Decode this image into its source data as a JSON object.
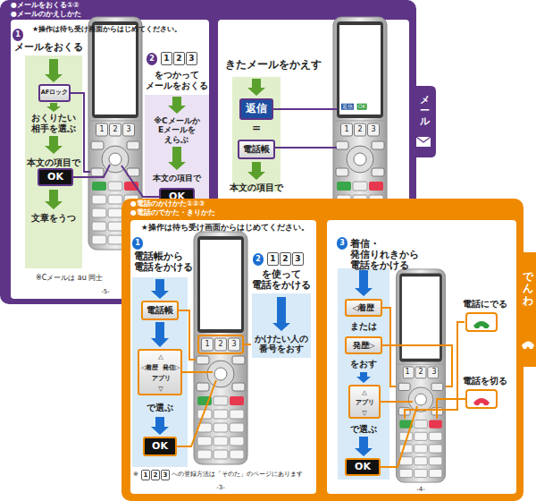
{
  "diagram": {
    "nodes": [
      {
        "text": [
          "●メールをおくる①②",
          "●メールのかえしかた"
        ]
      },
      {
        "text": [
          "1"
        ],
        "in": 0
      },
      {
        "text": [
          "AFロック"
        ],
        "in": 0
      },
      {
        "text": [
          "OK"
        ],
        "in": 0
      },
      {
        "text": [
          "2"
        ],
        "in": 0
      },
      {
        "text": [
          "OK"
        ],
        "in": 0
      },
      {
        "text": [
          "返信"
        ],
        "in": 0
      },
      {
        "text": [
          "電話帳"
        ],
        "in": 0
      },
      {
        "text": [
          "メール"
        ],
        "in": 0
      },
      {
        "text": [
          "●電話のかけかた①②③",
          "●電話のでかた・きりかた"
        ]
      },
      {
        "text": [
          "1"
        ],
        "in": 9
      },
      {
        "text": [
          "電話帳"
        ],
        "in": 9
      },
      {
        "text": [
          "△",
          "◁着歴",
          "発信▷",
          "アプリ",
          "▽"
        ],
        "in": 9
      },
      {
        "text": [
          "OK"
        ],
        "in": 9
      },
      {
        "text": [
          "2"
        ],
        "in": 9
      },
      {
        "text": [
          "3"
        ],
        "in": 9
      },
      {
        "text": [
          "◁着歴"
        ],
        "in": 9
      },
      {
        "text": [
          "発歴▷"
        ],
        "in": 9
      },
      {
        "text": [
          "△",
          "アプリ",
          "▽"
        ],
        "in": 9
      },
      {
        "text": [
          "OK"
        ],
        "in": 9
      },
      {
        "text": [
          "でんわ"
        ],
        "in": 9
      },
      {
        "text": [
          "1"
        ],
        "in": 0
      },
      {
        "text": [
          "2"
        ],
        "in": 0
      },
      {
        "text": [
          "3"
        ],
        "in": 0
      },
      {
        "text": [
          "1"
        ],
        "in": 9
      },
      {
        "text": [
          "2"
        ],
        "in": 9
      },
      {
        "text": [
          "3"
        ],
        "in": 9
      },
      {
        "text": [
          "1"
        ],
        "in": 9
      },
      {
        "text": [
          "2"
        ],
        "in": 9
      },
      {
        "text": [
          "3"
        ],
        "in": 9
      }
    ],
    "edges": [
      {
        "from": 11,
        "to": 12,
        "arrow": "to"
      }
    ],
    "labels": [
      "★操作は待ち受け画面からはじめてください。",
      "メールをおくる",
      "おくりたい 相手を選ぶ",
      "本文の項目で",
      "文章をうつ",
      "をつかって メールをおくる",
      "※Cメールか Eメールを えらぶ",
      "本文の項目で",
      "※Cメールは au 同士",
      "-5-",
      "きたメールをかえす",
      "=",
      "本文の項目で",
      "1",
      "2",
      "3",
      "1",
      "2",
      "3",
      "返信",
      "OK",
      "★操作は待ち受け画面からはじめてください。",
      "電話帳から 電話をかける",
      "で選ぶ",
      "を使って 電話をかける",
      "かけたい人の 番号をおす",
      "※",
      "への登録方法は「そのた」のページにあります",
      "-3-",
      "着信・発信りれきから 電話をかける",
      "または",
      "をおす",
      "で選ぶ",
      "電話にでる",
      "電話を切る",
      "-4-",
      "1",
      "2",
      "3",
      "1",
      "2",
      "3"
    ]
  }
}
